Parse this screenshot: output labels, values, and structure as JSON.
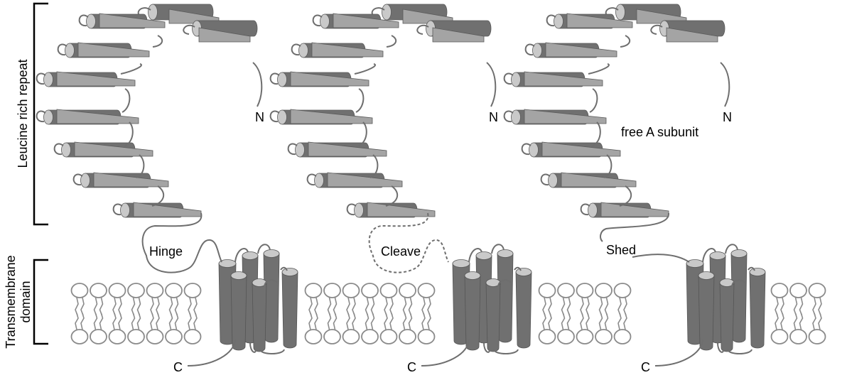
{
  "labels": {
    "lrr": "Leucine rich repeat",
    "tm_line1": "Transmembrane",
    "tm_line2": "domain",
    "hinge": "Hinge",
    "cleave": "Cleave",
    "shed": "Shed",
    "free_a": "free A subunit",
    "n_terminus": "N",
    "c_terminus": "C"
  },
  "panels": [
    {
      "name": "hinge",
      "linker": "hinge"
    },
    {
      "name": "cleave",
      "linker": "cleave"
    },
    {
      "name": "shed",
      "linker": "shed"
    }
  ],
  "colors": {
    "helix_dark": "#707070",
    "helix_light": "#a4a4a4",
    "helix_cap": "#c9c9c9",
    "line": "#6e6e6e",
    "lipid": "#8a8a8a",
    "lipid_head_fill": "#ffffff"
  }
}
